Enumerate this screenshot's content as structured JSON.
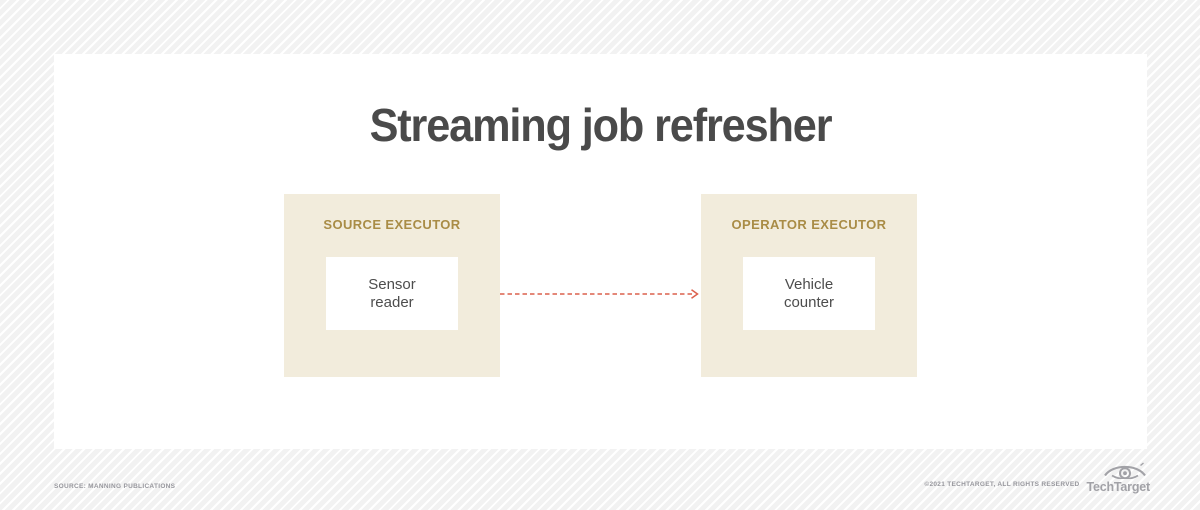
{
  "title": "Streaming job refresher",
  "diagram": {
    "source_executor": {
      "label": "SOURCE EXECUTOR",
      "node": "Sensor reader"
    },
    "operator_executor": {
      "label": "OPERATOR EXECUTOR",
      "node": "Vehicle counter"
    },
    "edge": {
      "from": "Sensor reader",
      "to": "Vehicle counter",
      "style": "dashed",
      "direction": "left-to-right"
    }
  },
  "footer": {
    "source": "SOURCE: MANNING PUBLICATIONS",
    "copyright": "©2021 TECHTARGET, ALL RIGHTS RESERVED",
    "logo_text": "TechTarget"
  },
  "colors": {
    "card_bg": "#ffffff",
    "stripe_bg": "#f2f2f2",
    "executor_bg": "#f2ecdc",
    "executor_label": "#a98c46",
    "arrow": "#dc614d",
    "title_text": "#4a4a4a",
    "node_text": "#4d4d4d",
    "footer_text": "#97979d",
    "logo_gray": "#a2a2a7"
  }
}
